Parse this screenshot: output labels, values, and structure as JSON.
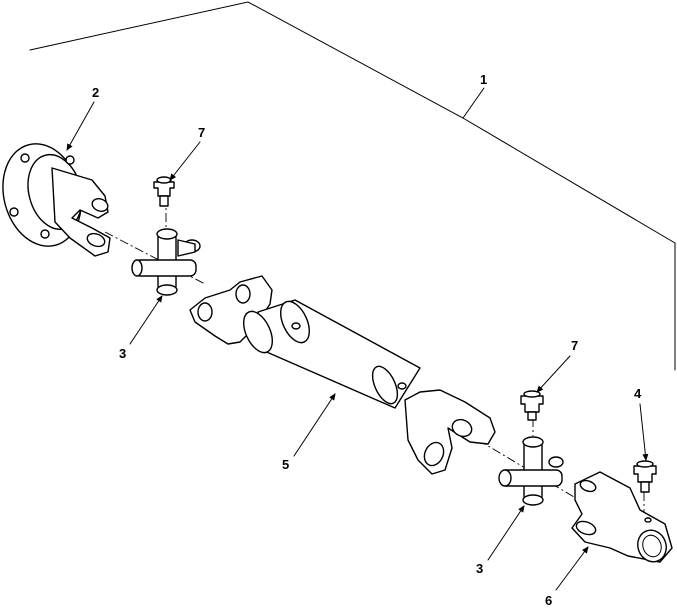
{
  "callouts": {
    "c1": "1",
    "c2": "2",
    "c3_left": "3",
    "c3_right": "3",
    "c4": "4",
    "c5": "5",
    "c6": "6",
    "c7_left": "7",
    "c7_right": "7"
  },
  "colors": {
    "line": "#000000",
    "background": "#ffffff"
  }
}
